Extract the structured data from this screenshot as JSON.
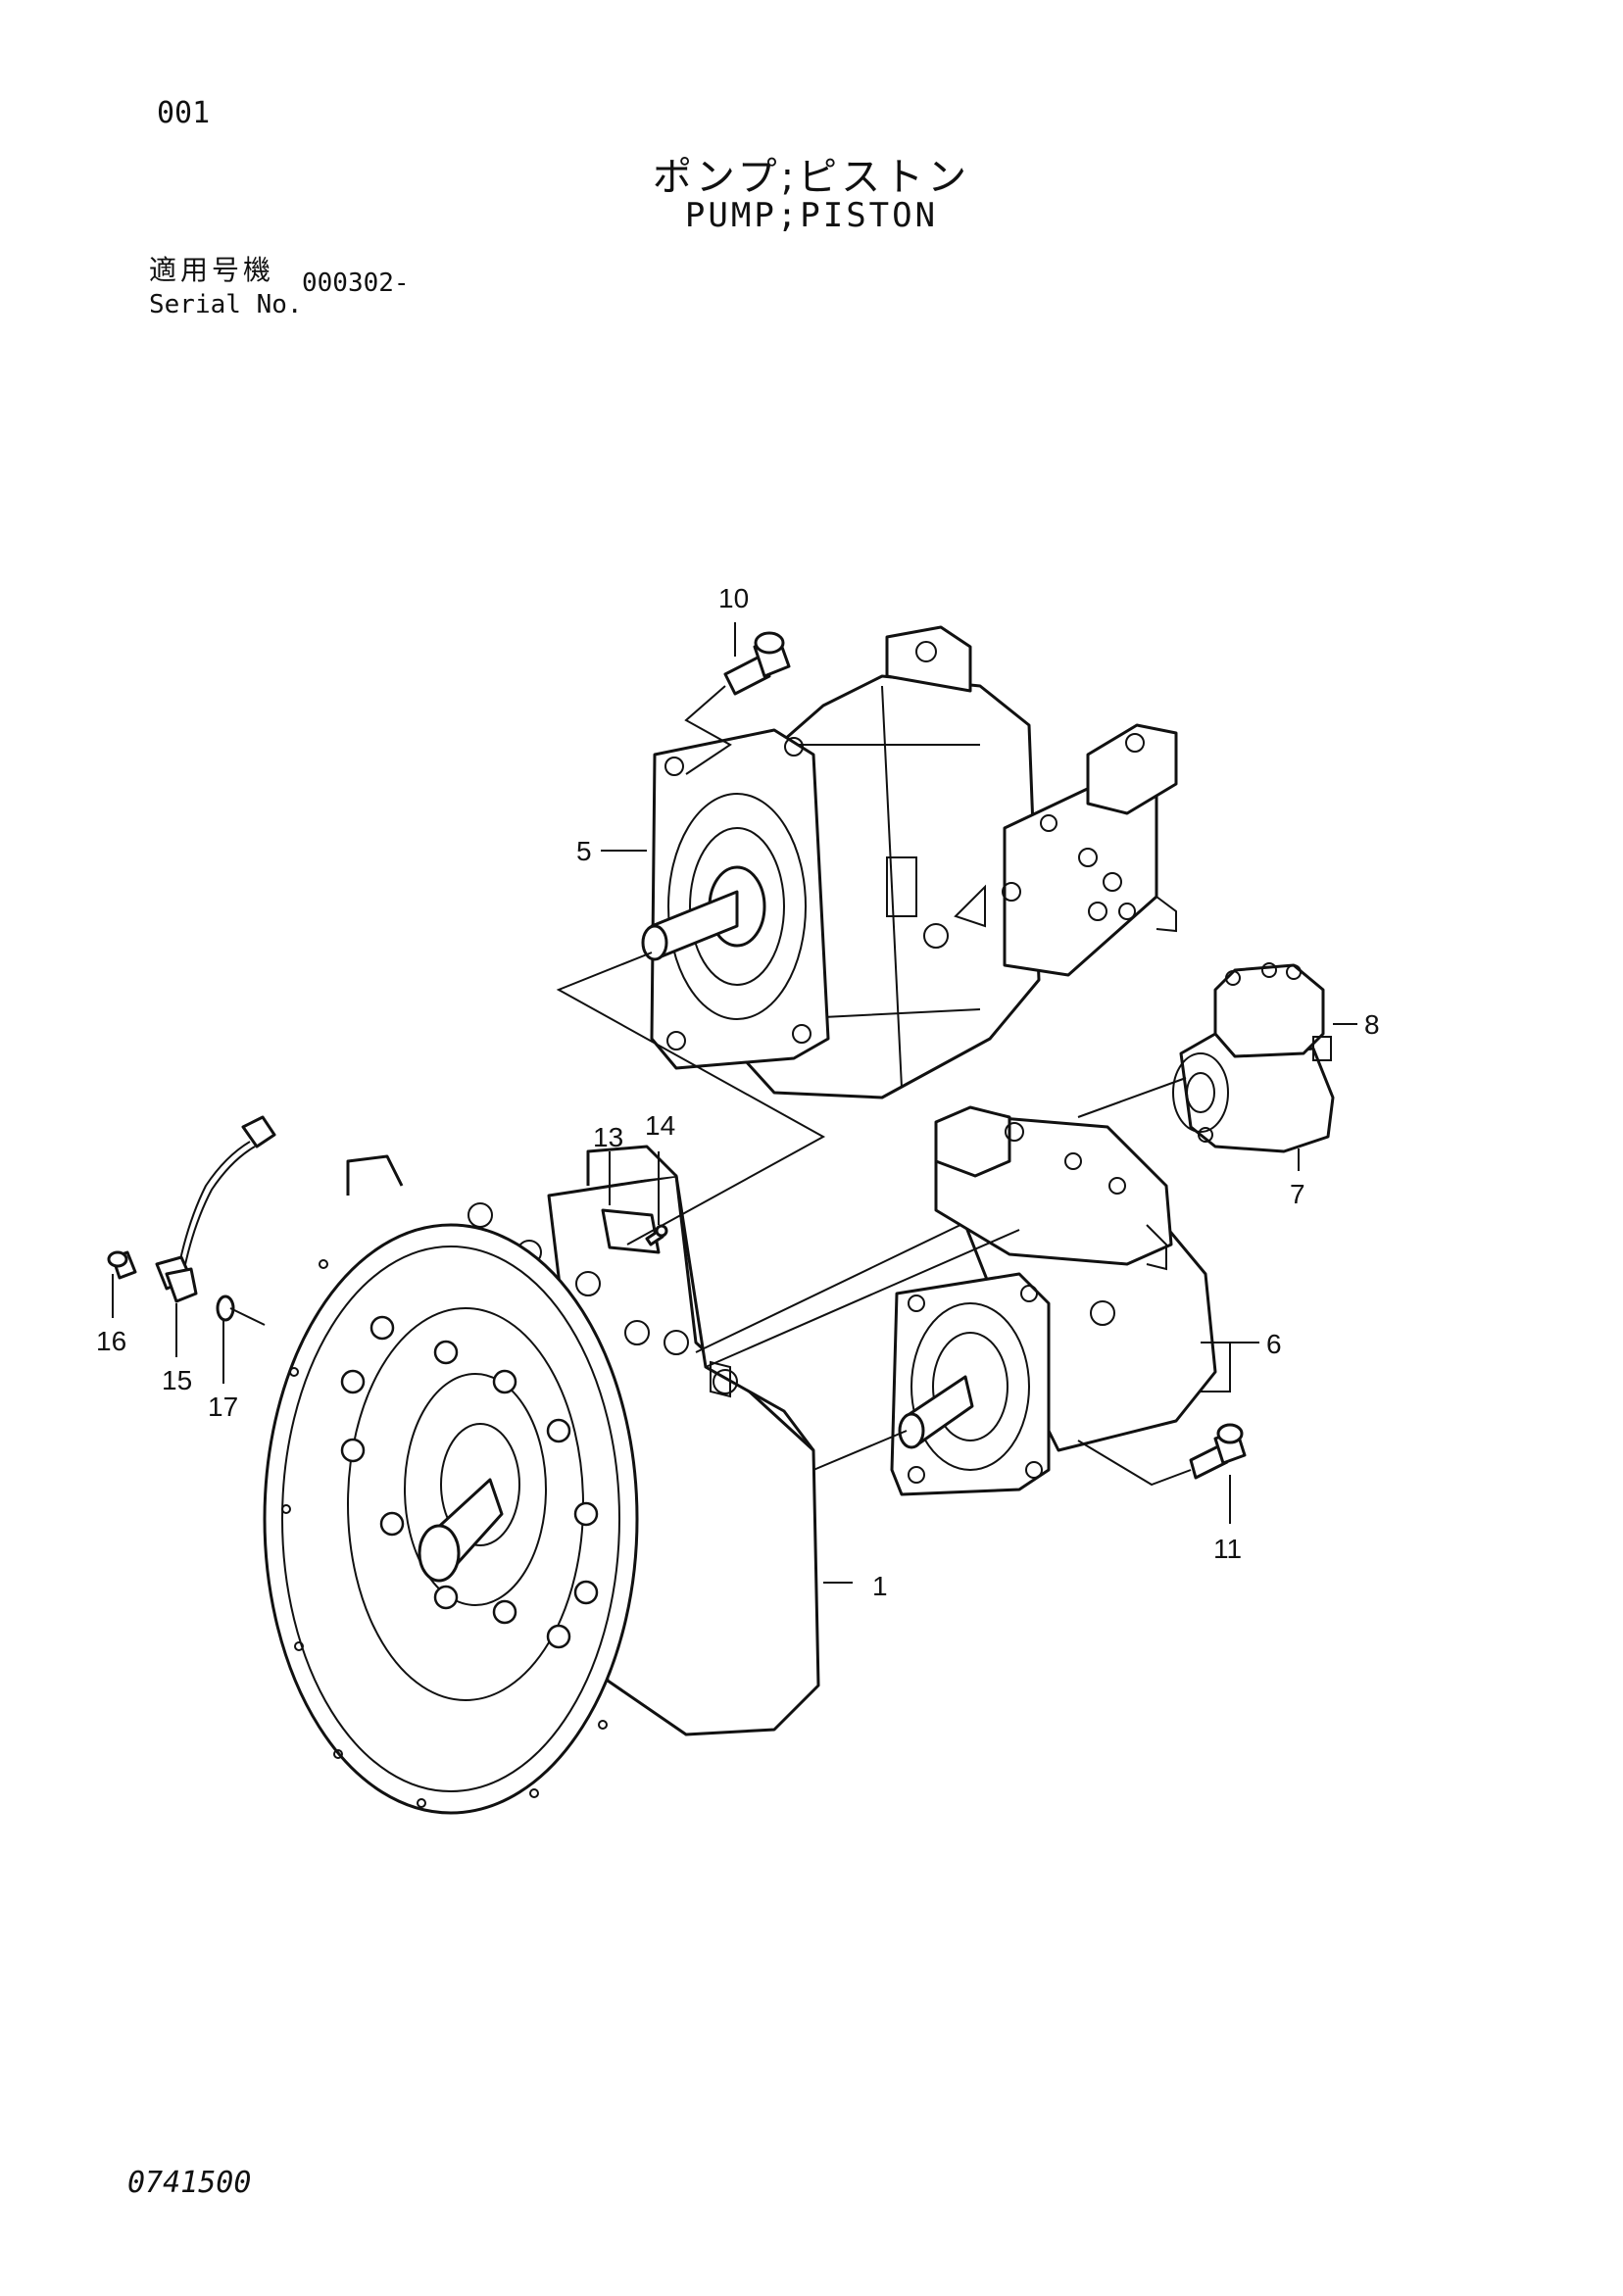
{
  "header": {
    "page_number": "001",
    "title_jp": "ポンプ;ピストン",
    "title_en": "PUMP;PISTON",
    "serial_label_jp": "適用号機",
    "serial_label_en": "Serial No.",
    "serial_value": "000302-"
  },
  "footer": {
    "drawing_number": "0741500"
  },
  "callouts": {
    "c1": "1",
    "c5": "5",
    "c6": "6",
    "c7": "7",
    "c8": "8",
    "c10": "10",
    "c11": "11",
    "c13": "13",
    "c14": "14",
    "c15": "15",
    "c16": "16",
    "c17": "17"
  }
}
